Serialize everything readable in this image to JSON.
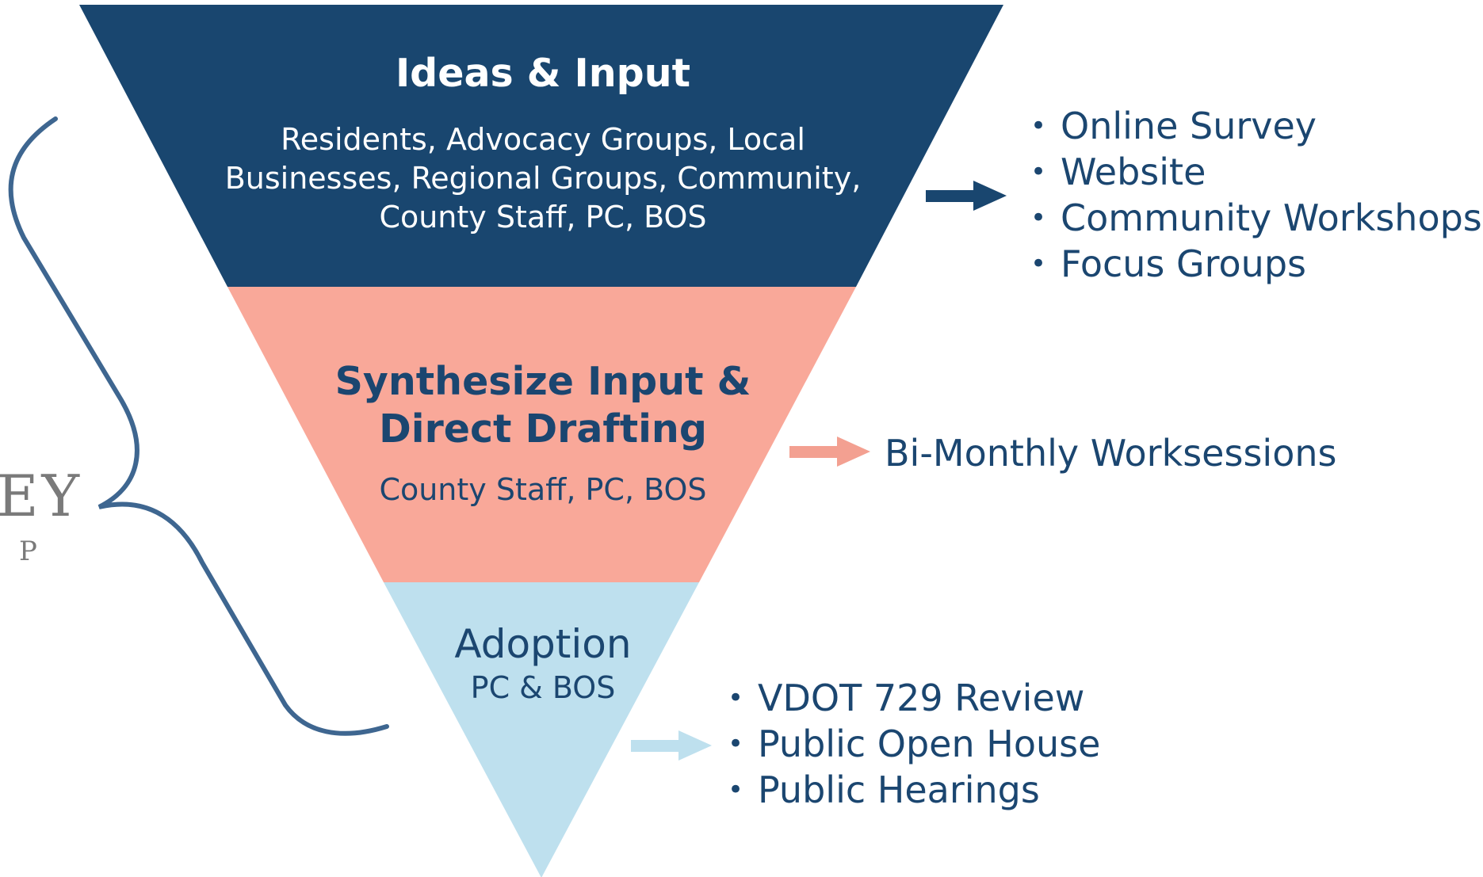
{
  "colors": {
    "tier1": "#19466f",
    "tier2": "#f9a899",
    "tier3": "#bee0ee",
    "text_dark": "#1b4670",
    "arrow1": "#19466f",
    "arrow2": "#f3a091",
    "arrow3": "#bee0ee",
    "brace": "#3e6690"
  },
  "stages": [
    {
      "title": "Ideas & Input",
      "description": "Residents, Advocacy Groups, Local Businesses, Regional Groups, Community, County Staff, PC, BOS",
      "activities": [
        "Online Survey",
        "Website",
        "Community Workshops",
        "Focus Groups"
      ]
    },
    {
      "title": "Synthesize Input & Direct Drafting",
      "description": "County Staff, PC, BOS",
      "activities": [
        "Bi-Monthly Worksessions"
      ]
    },
    {
      "title": "Adoption",
      "description": "PC & BOS",
      "activities": [
        "VDOT 729 Review",
        "Public Open House",
        "Public Hearings"
      ]
    }
  ],
  "logo": {
    "line1": "EY",
    "line2": "P"
  }
}
